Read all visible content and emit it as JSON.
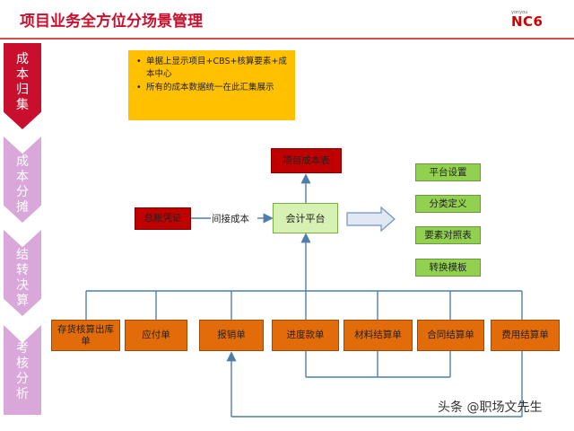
{
  "header": {
    "title": "项目业务全方位分场景管理",
    "logo_text": "NC6",
    "logo_small": "yonyou"
  },
  "nav": [
    {
      "label": "成本归集"
    },
    {
      "label": "成本分摊"
    },
    {
      "label": "结转决算"
    },
    {
      "label": "考核分析"
    }
  ],
  "note": [
    "单据上显示项目+CBS+核算要素+成本中心",
    "所有的成本数据统一在此汇集展示"
  ],
  "diagram": {
    "project_cost_table": "项目成本表",
    "general_ledger_voucher": "总账凭证",
    "indirect_cost_label": "间接成本",
    "accounting_platform": "会计平台",
    "platform_options": [
      "平台设置",
      "分类定义",
      "要素对照表",
      "转换模板"
    ],
    "source_documents": [
      "存货核算出库单",
      "应付单",
      "报销单",
      "进度款单",
      "材料结算单",
      "合同结算单",
      "费用结算单"
    ]
  },
  "watermark": "头条 @职场文先生",
  "colors": {
    "title_red": "#c8102e",
    "note_yellow": "#ffc000",
    "doc_orange": "#e36c0a",
    "option_green": "#92d050",
    "platform_light_green": "#d7f0b4",
    "line_blue": "#4f7fa8"
  }
}
